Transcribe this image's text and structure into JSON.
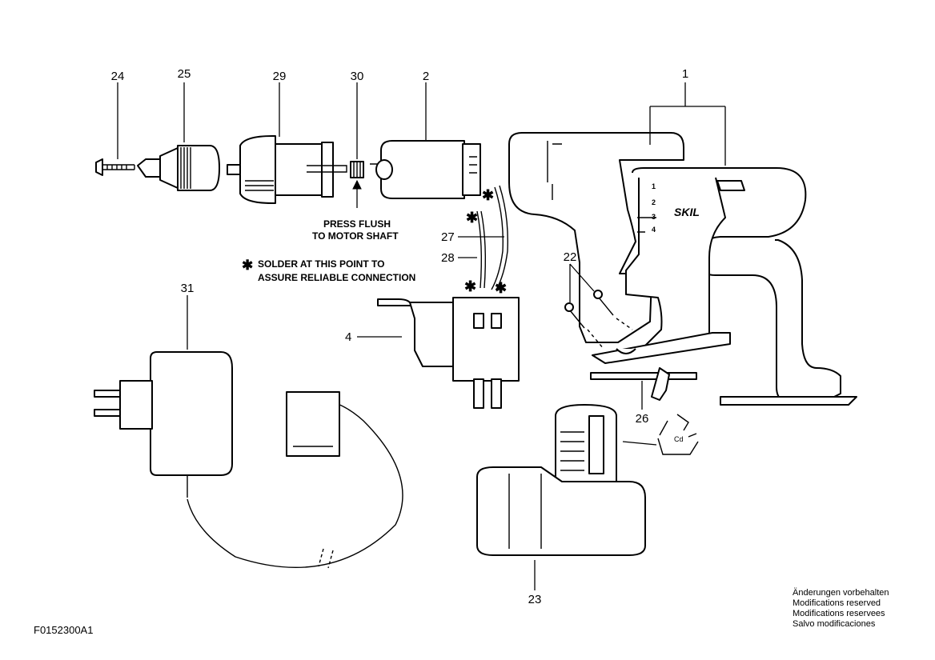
{
  "labels": {
    "p1": "1",
    "p2": "2",
    "p4": "4",
    "p22": "22",
    "p23": "23",
    "p24": "24",
    "p25": "25",
    "p26": "26",
    "p27": "27",
    "p28": "28",
    "p29": "29",
    "p30": "30",
    "p31": "31"
  },
  "notes": {
    "press_line1": "PRESS FLUSH",
    "press_line2": "TO MOTOR SHAFT",
    "solder_mark": "✱",
    "solder_line1": "SOLDER AT THIS POINT TO",
    "solder_line2": "ASSURE RELIABLE CONNECTION"
  },
  "housing": {
    "brand": "SKIL",
    "speed_marks": [
      "1",
      "2",
      "3",
      "4"
    ]
  },
  "recycle_symbol": "Cd",
  "modifications": [
    "Änderungen vorbehalten",
    "Modifications reserved",
    "Modifications reservees",
    "Salvo modificaciones"
  ],
  "figure_code": "F0152300A1",
  "icons": {
    "solder": "asterisk-icon",
    "recycle": "recycle-icon"
  }
}
